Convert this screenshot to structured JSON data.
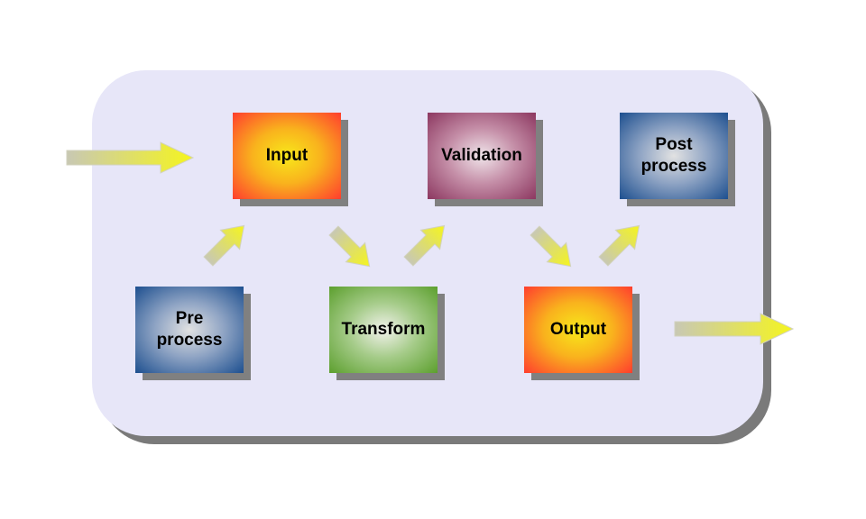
{
  "diagram": {
    "nodes": [
      {
        "id": "pre-process",
        "label": "Pre process",
        "lines": [
          "Pre",
          "process"
        ],
        "gradient": "blue"
      },
      {
        "id": "input",
        "label": "Input",
        "lines": [
          "Input"
        ],
        "gradient": "warm"
      },
      {
        "id": "transform",
        "label": "Transform",
        "lines": [
          "Transform"
        ],
        "gradient": "green"
      },
      {
        "id": "validation",
        "label": "Validation",
        "lines": [
          "Validation"
        ],
        "gradient": "purple"
      },
      {
        "id": "output",
        "label": "Output",
        "lines": [
          "Output"
        ],
        "gradient": "warm"
      },
      {
        "id": "post-process",
        "label": "Post process",
        "lines": [
          "Post",
          "process"
        ],
        "gradient": "blue"
      }
    ],
    "flow": [
      "pre-process",
      "input",
      "transform",
      "validation",
      "output",
      "post-process"
    ],
    "colors": {
      "panel": "#e7e6f8",
      "arrow_yellow": "#f5f51e",
      "arrow_gray": "#c8c8b4",
      "shadow": "#808080"
    }
  }
}
